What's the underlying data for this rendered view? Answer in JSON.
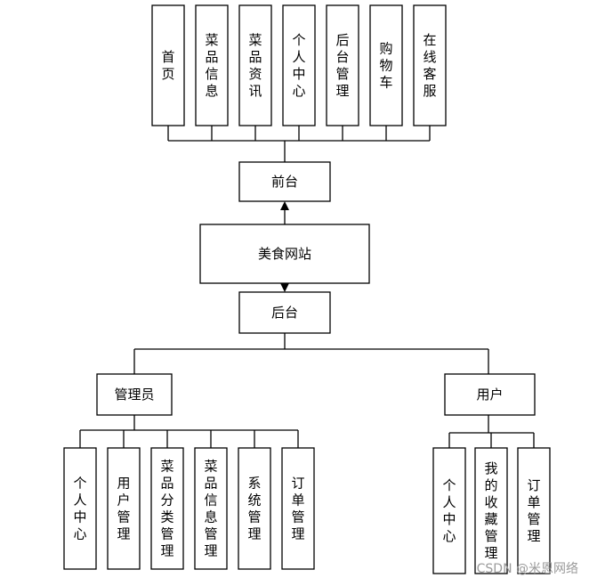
{
  "root": {
    "label": "美食网站"
  },
  "frontend": {
    "label": "前台",
    "children": [
      "首页",
      "菜品信息",
      "菜品资讯",
      "个人中心",
      "后台管理",
      "购物车",
      "在线客服"
    ]
  },
  "backend": {
    "label": "后台",
    "admin": {
      "label": "管理员",
      "children": [
        "个人中心",
        "用户管理",
        "菜品分类管理",
        "菜品信息管理",
        "系统管理",
        "订单管理"
      ]
    },
    "user": {
      "label": "用户",
      "children": [
        "个人中心",
        "我的收藏管理",
        "订单管理"
      ]
    }
  },
  "watermark": "CSDN @米恩网络"
}
